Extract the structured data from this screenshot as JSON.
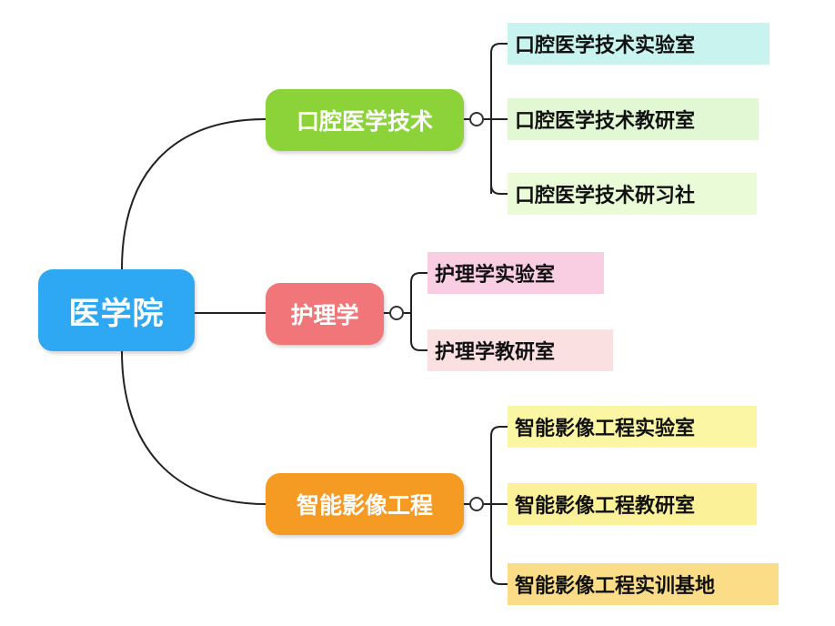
{
  "root": {
    "label": "医学院",
    "color": "#2ea8f2"
  },
  "branches": [
    {
      "label": "口腔医学技术",
      "color": "#8cd33a",
      "children": [
        {
          "label": "口腔医学技术实验室",
          "color": "#c8f3ee"
        },
        {
          "label": "口腔医学技术教研室",
          "color": "#e2f7d4"
        },
        {
          "label": "口腔医学技术研习社",
          "color": "#eafbd8"
        }
      ]
    },
    {
      "label": "护理学",
      "color": "#f0767a",
      "children": [
        {
          "label": "护理学实验室",
          "color": "#f9cde2"
        },
        {
          "label": "护理学教研室",
          "color": "#fbe0e2"
        }
      ]
    },
    {
      "label": "智能影像工程",
      "color": "#f59a22",
      "children": [
        {
          "label": "智能影像工程实验室",
          "color": "#fbf6a4"
        },
        {
          "label": "智能影像工程教研室",
          "color": "#fbf199"
        },
        {
          "label": "智能影像工程实训基地",
          "color": "#fbdd88"
        }
      ]
    }
  ]
}
